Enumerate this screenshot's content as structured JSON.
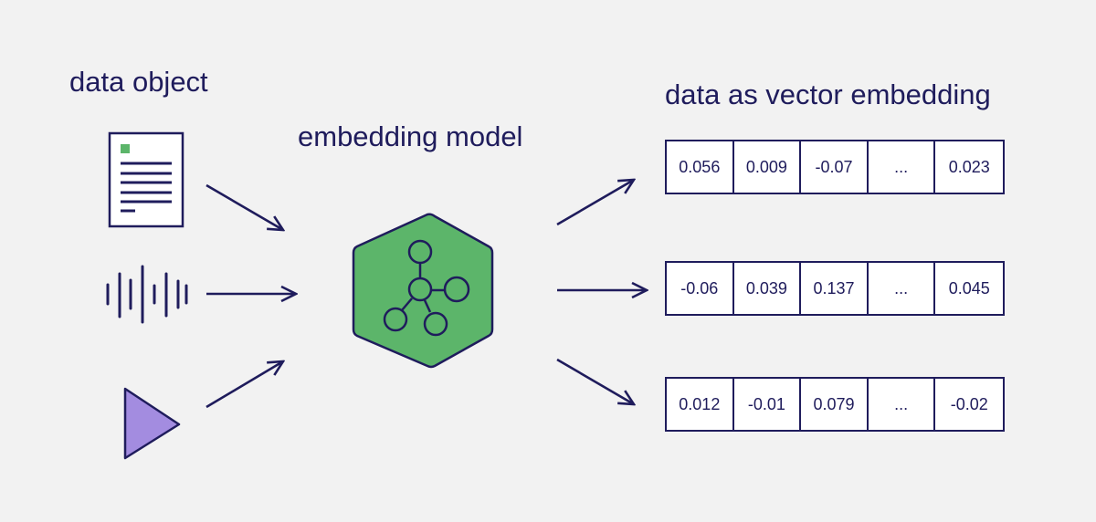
{
  "labels": {
    "data_object": "data object",
    "embedding_model": "embedding model",
    "vector_embedding": "data as vector embedding"
  },
  "inputs": [
    {
      "icon": "document-icon"
    },
    {
      "icon": "audio-waveform-icon"
    },
    {
      "icon": "play-icon"
    }
  ],
  "model": {
    "icon": "network-graph-icon",
    "color": "#5cb56a"
  },
  "vectors": [
    [
      "0.056",
      "0.009",
      "-0.07",
      "...",
      "0.023"
    ],
    [
      "-0.06",
      "0.039",
      "0.137",
      "...",
      "0.045"
    ],
    [
      "0.012",
      "-0.01",
      "0.079",
      "...",
      "-0.02"
    ]
  ],
  "colors": {
    "ink": "#1f1c5c",
    "model_fill": "#5cb56a",
    "document_accent": "#5cb56a",
    "play_fill": "#a38ce0",
    "background": "#f2f2f2"
  }
}
